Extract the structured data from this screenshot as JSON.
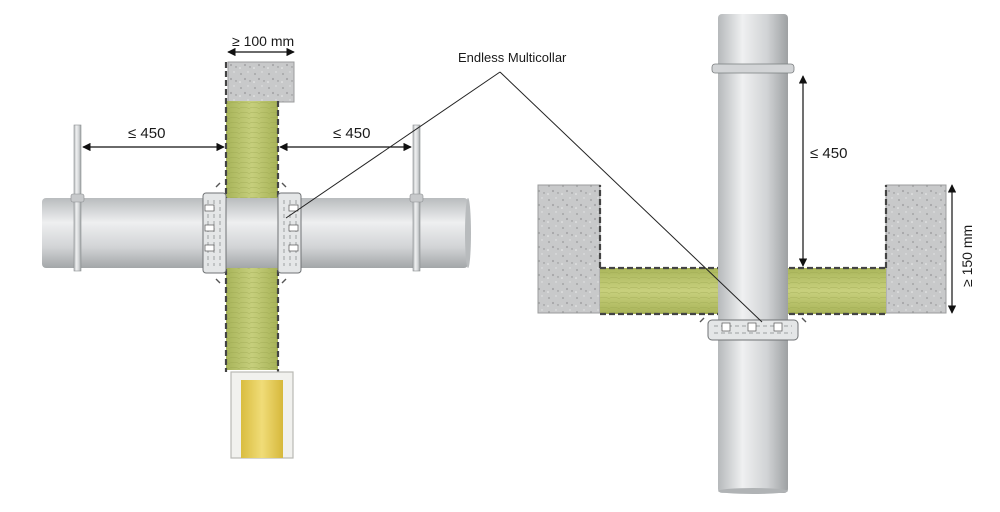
{
  "labels": {
    "wall_thickness": "≥ 100 mm",
    "callout": "Endless Multicollar",
    "left_spacing": "≤ 450",
    "right_spacing": "≤ 450",
    "vertical_spacing": "≤ 450",
    "floor_thickness": "≥ 150 mm"
  },
  "colors": {
    "pipe": "#d9dbdc",
    "pipe_shade": "#a9acae",
    "concrete": "#c9cacb",
    "mineral_wool": "#b9c36a",
    "mineral_wool_core": "#e6d061",
    "outline": "#333333"
  }
}
